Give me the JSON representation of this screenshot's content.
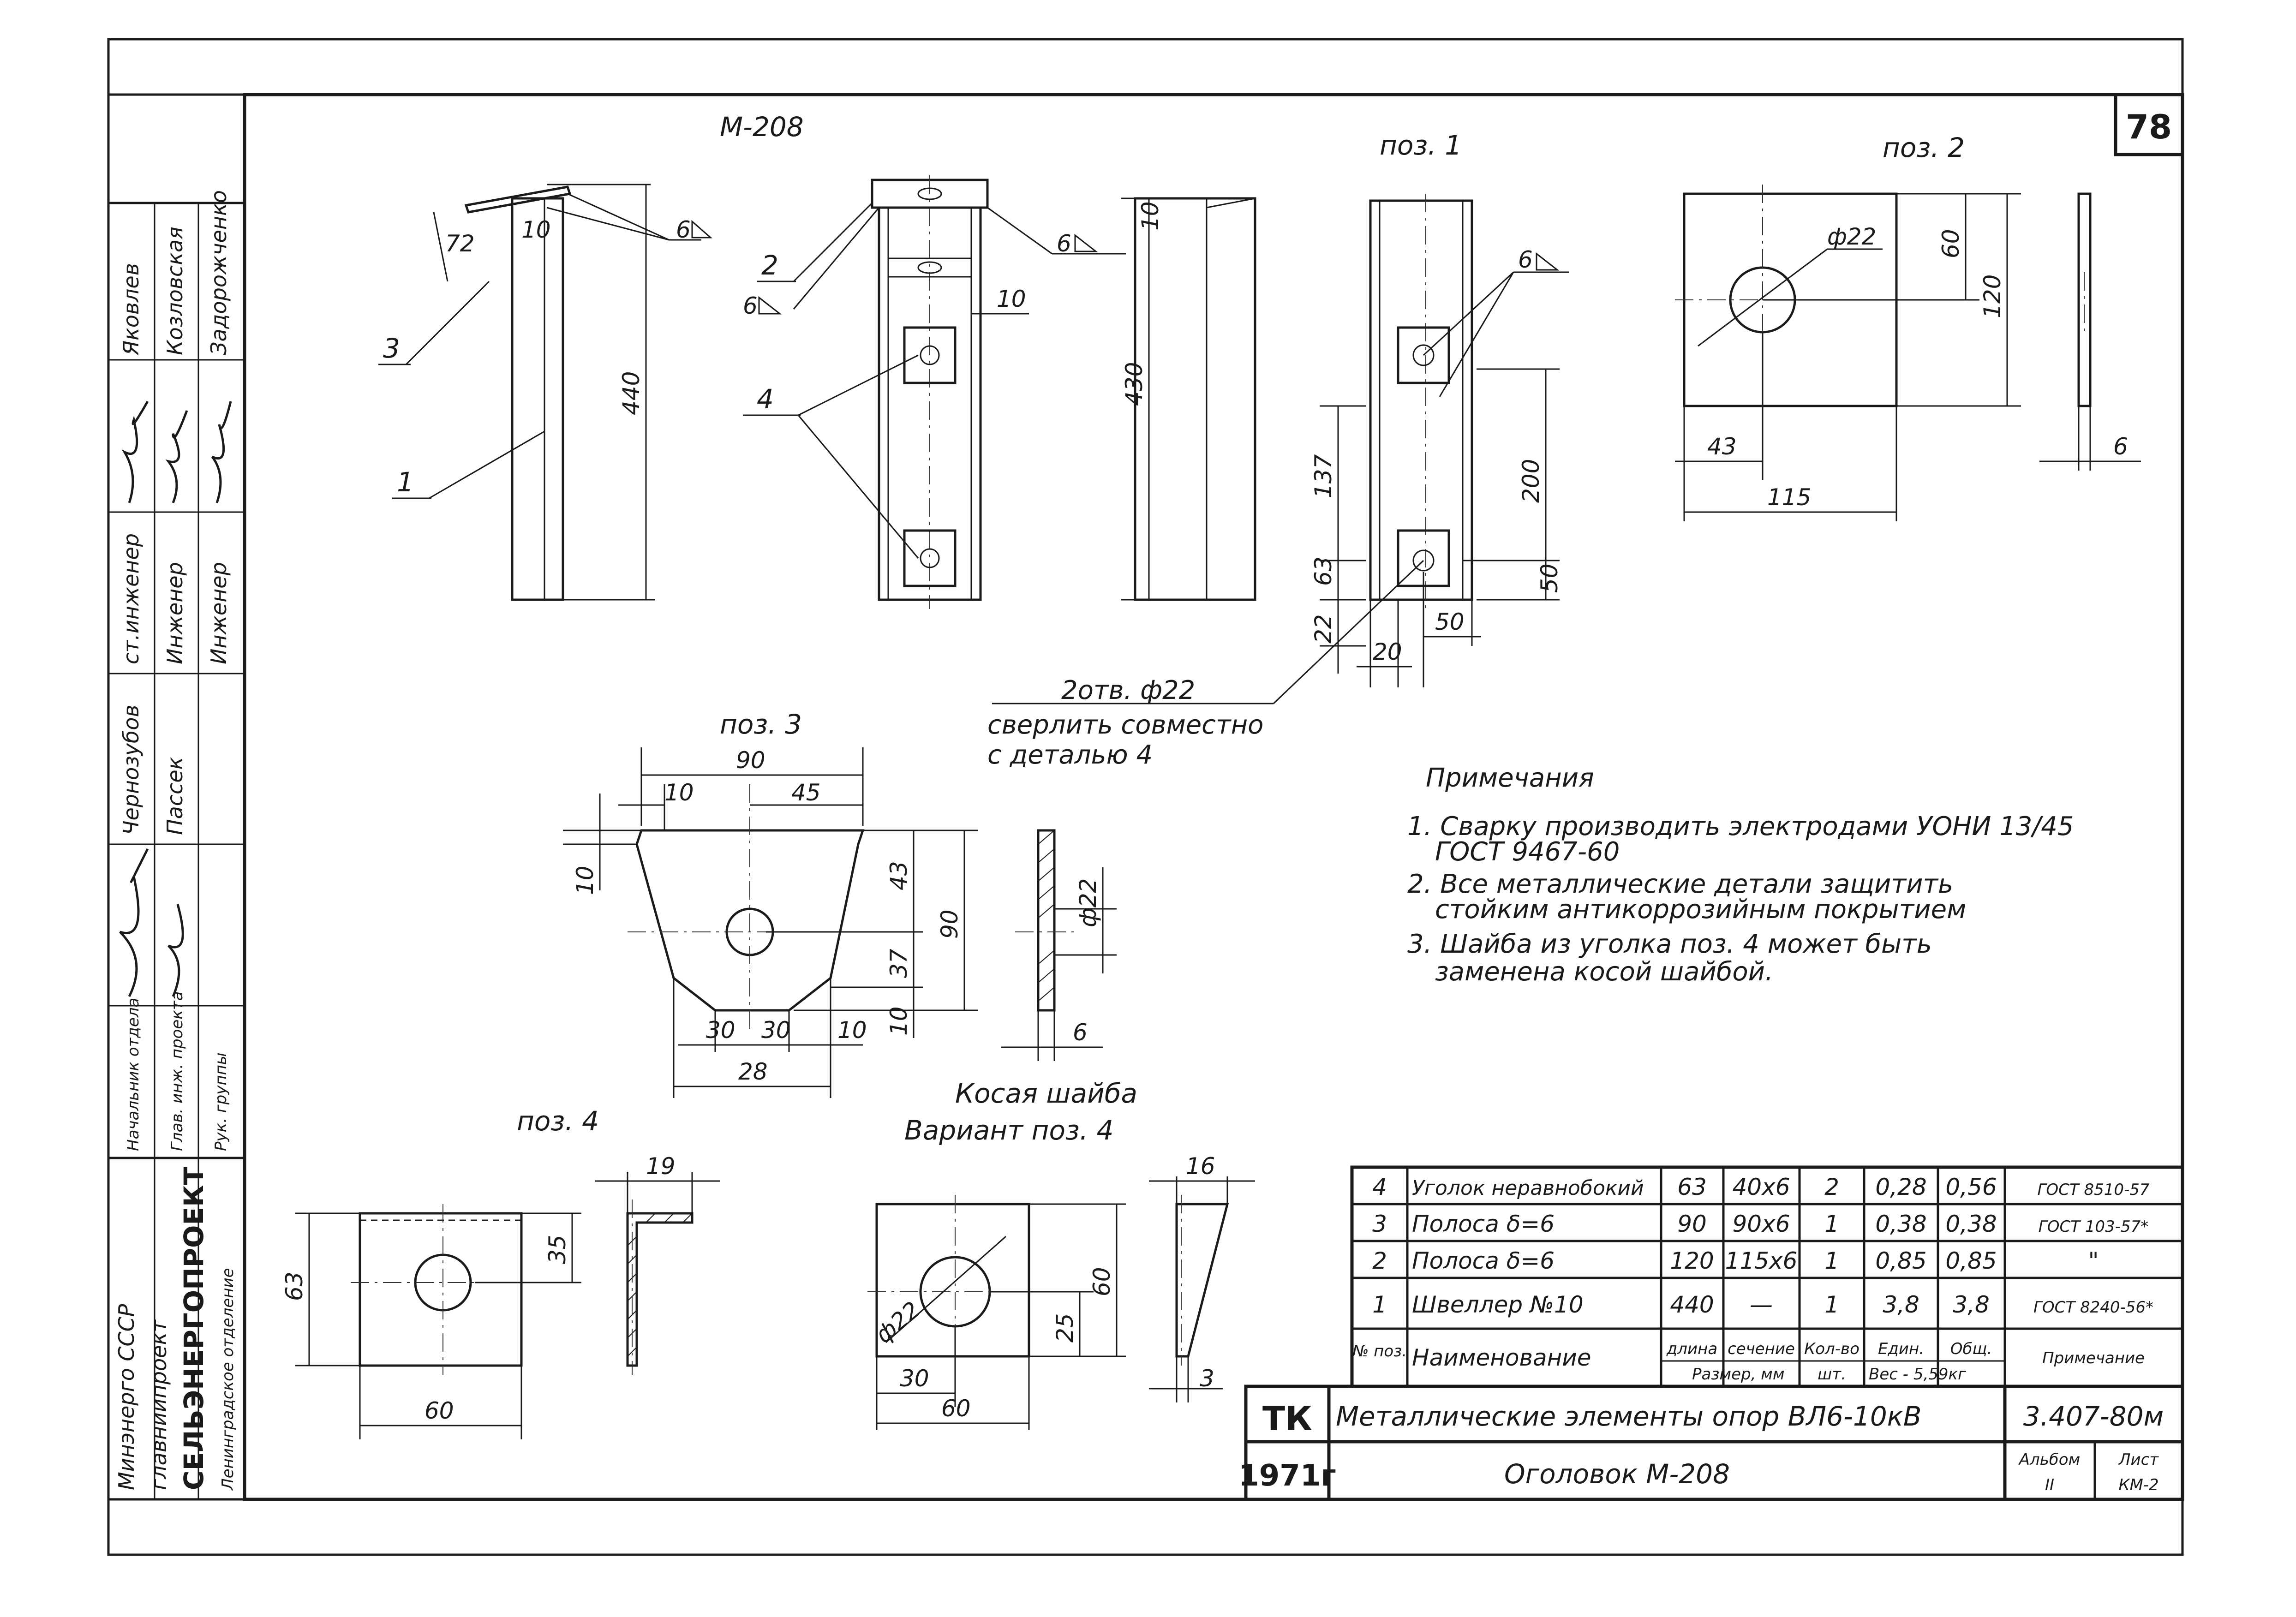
{
  "sheet": {
    "number": "78",
    "doc_code": "3.407-80м",
    "tk": "ТК",
    "year": "1971г",
    "title_top": "Металлические элементы опор ВЛ6-10кВ",
    "title_bottom": "Оголовок М-208",
    "album_label": "Альбом",
    "album_value": "II",
    "list_label": "Лист",
    "list_value": "КМ-2"
  },
  "stamp": {
    "org_lines": [
      "Минэнерго СССР",
      "главниипроект",
      "СЕЛЬЭНЕРГОПРОЕКТ",
      "Ленинградское отделение"
    ],
    "rows": [
      {
        "role": "Начальник отдела",
        "name": "Чернозубов"
      },
      {
        "role": "Глав. инж. проекта",
        "name": "Пассек"
      },
      {
        "role": "Рук. группы",
        "name": ""
      }
    ],
    "positions": [
      "ст.инженер",
      "Инженер",
      "Инженер"
    ],
    "names": [
      "Яковлев",
      "Козловская",
      "Задорожченко"
    ]
  },
  "views": {
    "main_title": "М-208",
    "poz1": "поз. 1",
    "poz2": "поз. 2",
    "poz3": "поз. 3",
    "poz4": "поз. 4",
    "kosaya1": "Косая шайба",
    "kosaya2": "Вариант поз. 4"
  },
  "dims": {
    "d72": "72",
    "d10a": "10",
    "d440": "440",
    "d6a": "6",
    "d2": "2",
    "d6b": "6",
    "d6c": "6",
    "d10b": "10",
    "d4": "4",
    "d3": "3",
    "d1": "1",
    "d10c": "10",
    "d430": "430",
    "d6d": "6",
    "d137": "137",
    "d63a": "63",
    "d22": "22",
    "d20": "20",
    "d50a": "50",
    "d200": "200",
    "d50b": "50",
    "dphi22a": "ф22",
    "d60a": "60",
    "d120": "120",
    "d43a": "43",
    "d115": "115",
    "d6e": "6",
    "d90a": "90",
    "d10d": "10",
    "d45": "45",
    "d10e": "10",
    "d43b": "43",
    "d90b": "90",
    "d37": "37",
    "d30a": "30",
    "d30b": "30",
    "d10f": "10",
    "d10g": "10",
    "d28": "28",
    "dphi22b": "ф22",
    "d6f": "6",
    "d19": "19",
    "d35": "35",
    "d63b": "63",
    "d60b": "60",
    "d16": "16",
    "dphi22c": "ф22",
    "d25": "25",
    "d60c": "60",
    "d30c": "30",
    "d60d": "60",
    "d3b": "3",
    "holes1": "2отв. ф22",
    "holes2": "сверлить совместно",
    "holes3": "с деталью 4"
  },
  "notes": {
    "title": "Примечания",
    "lines": [
      "1. Сварку производить электродами УОНИ 13/45",
      "ГОСТ 9467-60",
      "2. Все металлические детали защитить",
      "стойким антикоррозийным покрытием",
      "3. Шайба из уголка поз. 4 может быть",
      "заменена косой шайбой."
    ]
  },
  "spec": {
    "rows": [
      {
        "n": "4",
        "name": "Уголок неравнобокий",
        "len": "63",
        "sec": "40х6",
        "qty": "2",
        "unit": "0,28",
        "total": "0,56",
        "note": "ГОСТ 8510-57"
      },
      {
        "n": "3",
        "name": "Полоса δ=6",
        "len": "90",
        "sec": "90х6",
        "qty": "1",
        "unit": "0,38",
        "total": "0,38",
        "note": "ГОСТ 103-57*"
      },
      {
        "n": "2",
        "name": "Полоса δ=6",
        "len": "120",
        "sec": "115х6",
        "qty": "1",
        "unit": "0,85",
        "total": "0,85",
        "note": "\""
      },
      {
        "n": "1",
        "name": "Швеллер №10",
        "len": "440",
        "sec": "—",
        "qty": "1",
        "unit": "3,8",
        "total": "3,8",
        "note": "ГОСТ 8240-56*"
      }
    ],
    "header": {
      "n": "№ поз.",
      "name": "Наименование",
      "len": "длина",
      "sec": "сечение",
      "size": "Размер, мм",
      "qty": "Кол-во",
      "qty_unit": "шт.",
      "unit": "Един.",
      "total": "Общ.",
      "weight": "Вес - 5,59кг",
      "note": "Примечание"
    }
  }
}
